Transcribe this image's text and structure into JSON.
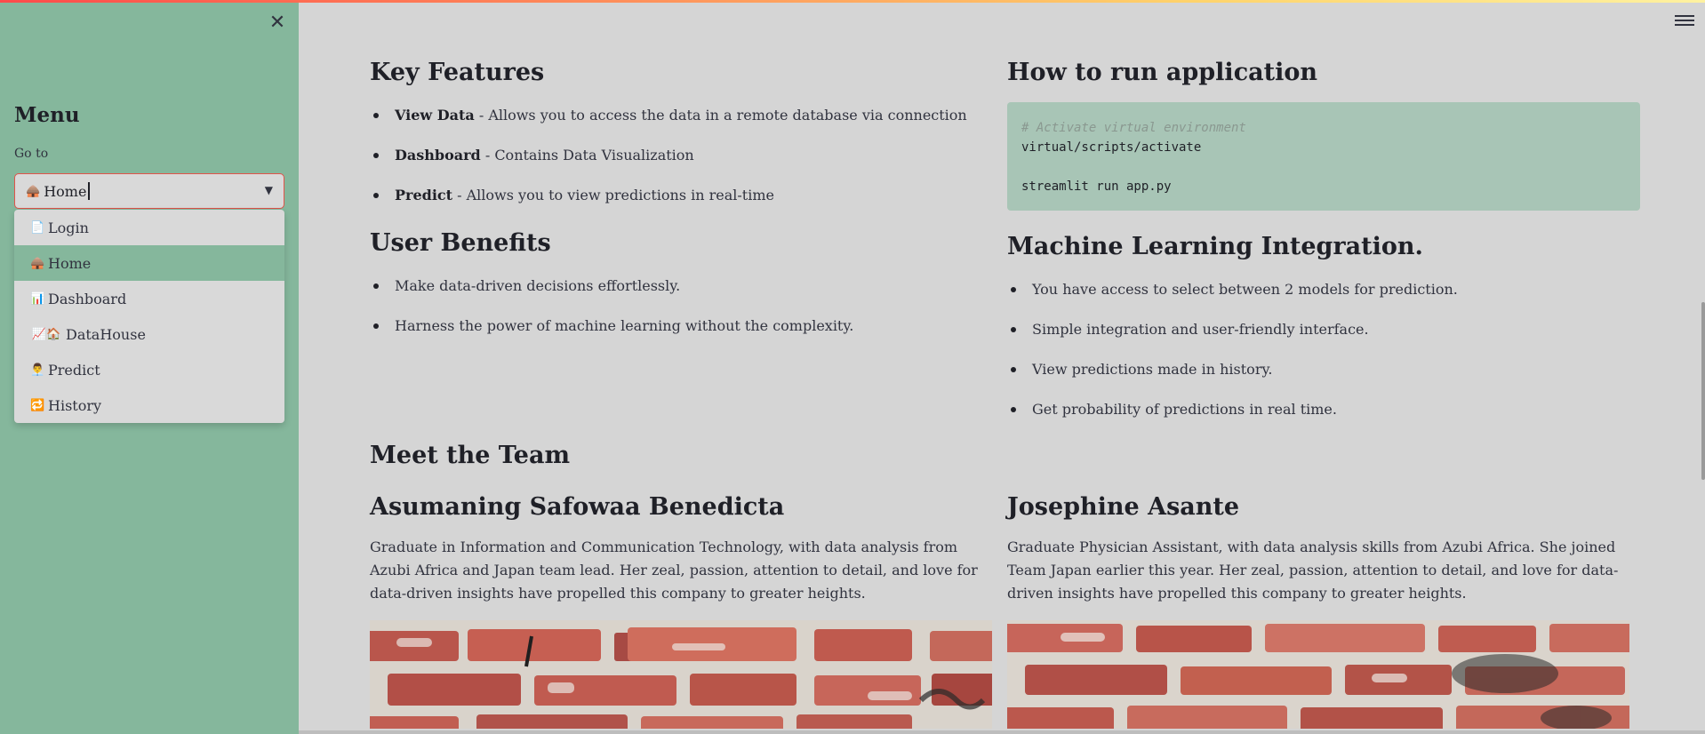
{
  "sidebar": {
    "title": "Menu",
    "select_label": "Go to",
    "selected_value": "Home",
    "selected_icon": "house-emoji-icon",
    "options": [
      {
        "label": "Login",
        "icon": "page-emoji-icon",
        "glyph": "📄"
      },
      {
        "label": "Home",
        "icon": "house-emoji-icon",
        "glyph": "🛖"
      },
      {
        "label": "Dashboard",
        "icon": "bar-chart-emoji-icon",
        "glyph": "📊"
      },
      {
        "label": "DataHouse",
        "icon": "trend-house-emoji-icon",
        "glyph": "📈🏠"
      },
      {
        "label": "Predict",
        "icon": "person-emoji-icon",
        "glyph": "👨‍💼"
      },
      {
        "label": "History",
        "icon": "repeat-emoji-icon",
        "glyph": "🔁"
      }
    ]
  },
  "key_features": {
    "title": "Key Features",
    "items": [
      {
        "bold": "View Data",
        "text": " - Allows you to access the data in a remote database via connection"
      },
      {
        "bold": "Dashboard",
        "text": " - Contains Data Visualization"
      },
      {
        "bold": "Predict",
        "text": " - Allows you to view predictions in real-time"
      }
    ]
  },
  "how_to_run": {
    "title": "How to run application",
    "code_comment": "# Activate virtual environment",
    "code_line1": "virtual/scripts/activate",
    "code_line2": "streamlit run app.py"
  },
  "user_benefits": {
    "title": "User Benefits",
    "items": [
      "Make data-driven decisions effortlessly.",
      "Harness the power of machine learning without the complexity."
    ]
  },
  "ml_integration": {
    "title": "Machine Learning Integration.",
    "items": [
      "You have access to select between 2 models for prediction.",
      "Simple integration and user-friendly interface.",
      "View predictions made in history.",
      "Get probability of predictions in real time."
    ]
  },
  "team": {
    "title": "Meet the Team",
    "members": [
      {
        "name": "Asumaning Safowaa Benedicta",
        "bio": "Graduate in Information and Communication Technology, with data analysis from Azubi Africa and Japan team lead. Her zeal, passion, attention to detail, and love for data-driven insights have propelled this company to greater heights."
      },
      {
        "name": "Josephine Asante",
        "bio": "Graduate Physician Assistant, with data analysis skills from Azubi Africa. She joined Team Japan earlier this year. Her zeal, passion, attention to detail, and love for data-driven insights have propelled this company to greater heights."
      }
    ]
  },
  "colors": {
    "sidebar_bg": "#85b79c",
    "main_bg": "#d5d5d5",
    "code_bg": "#a8c5b6",
    "select_border": "#e0534a"
  }
}
